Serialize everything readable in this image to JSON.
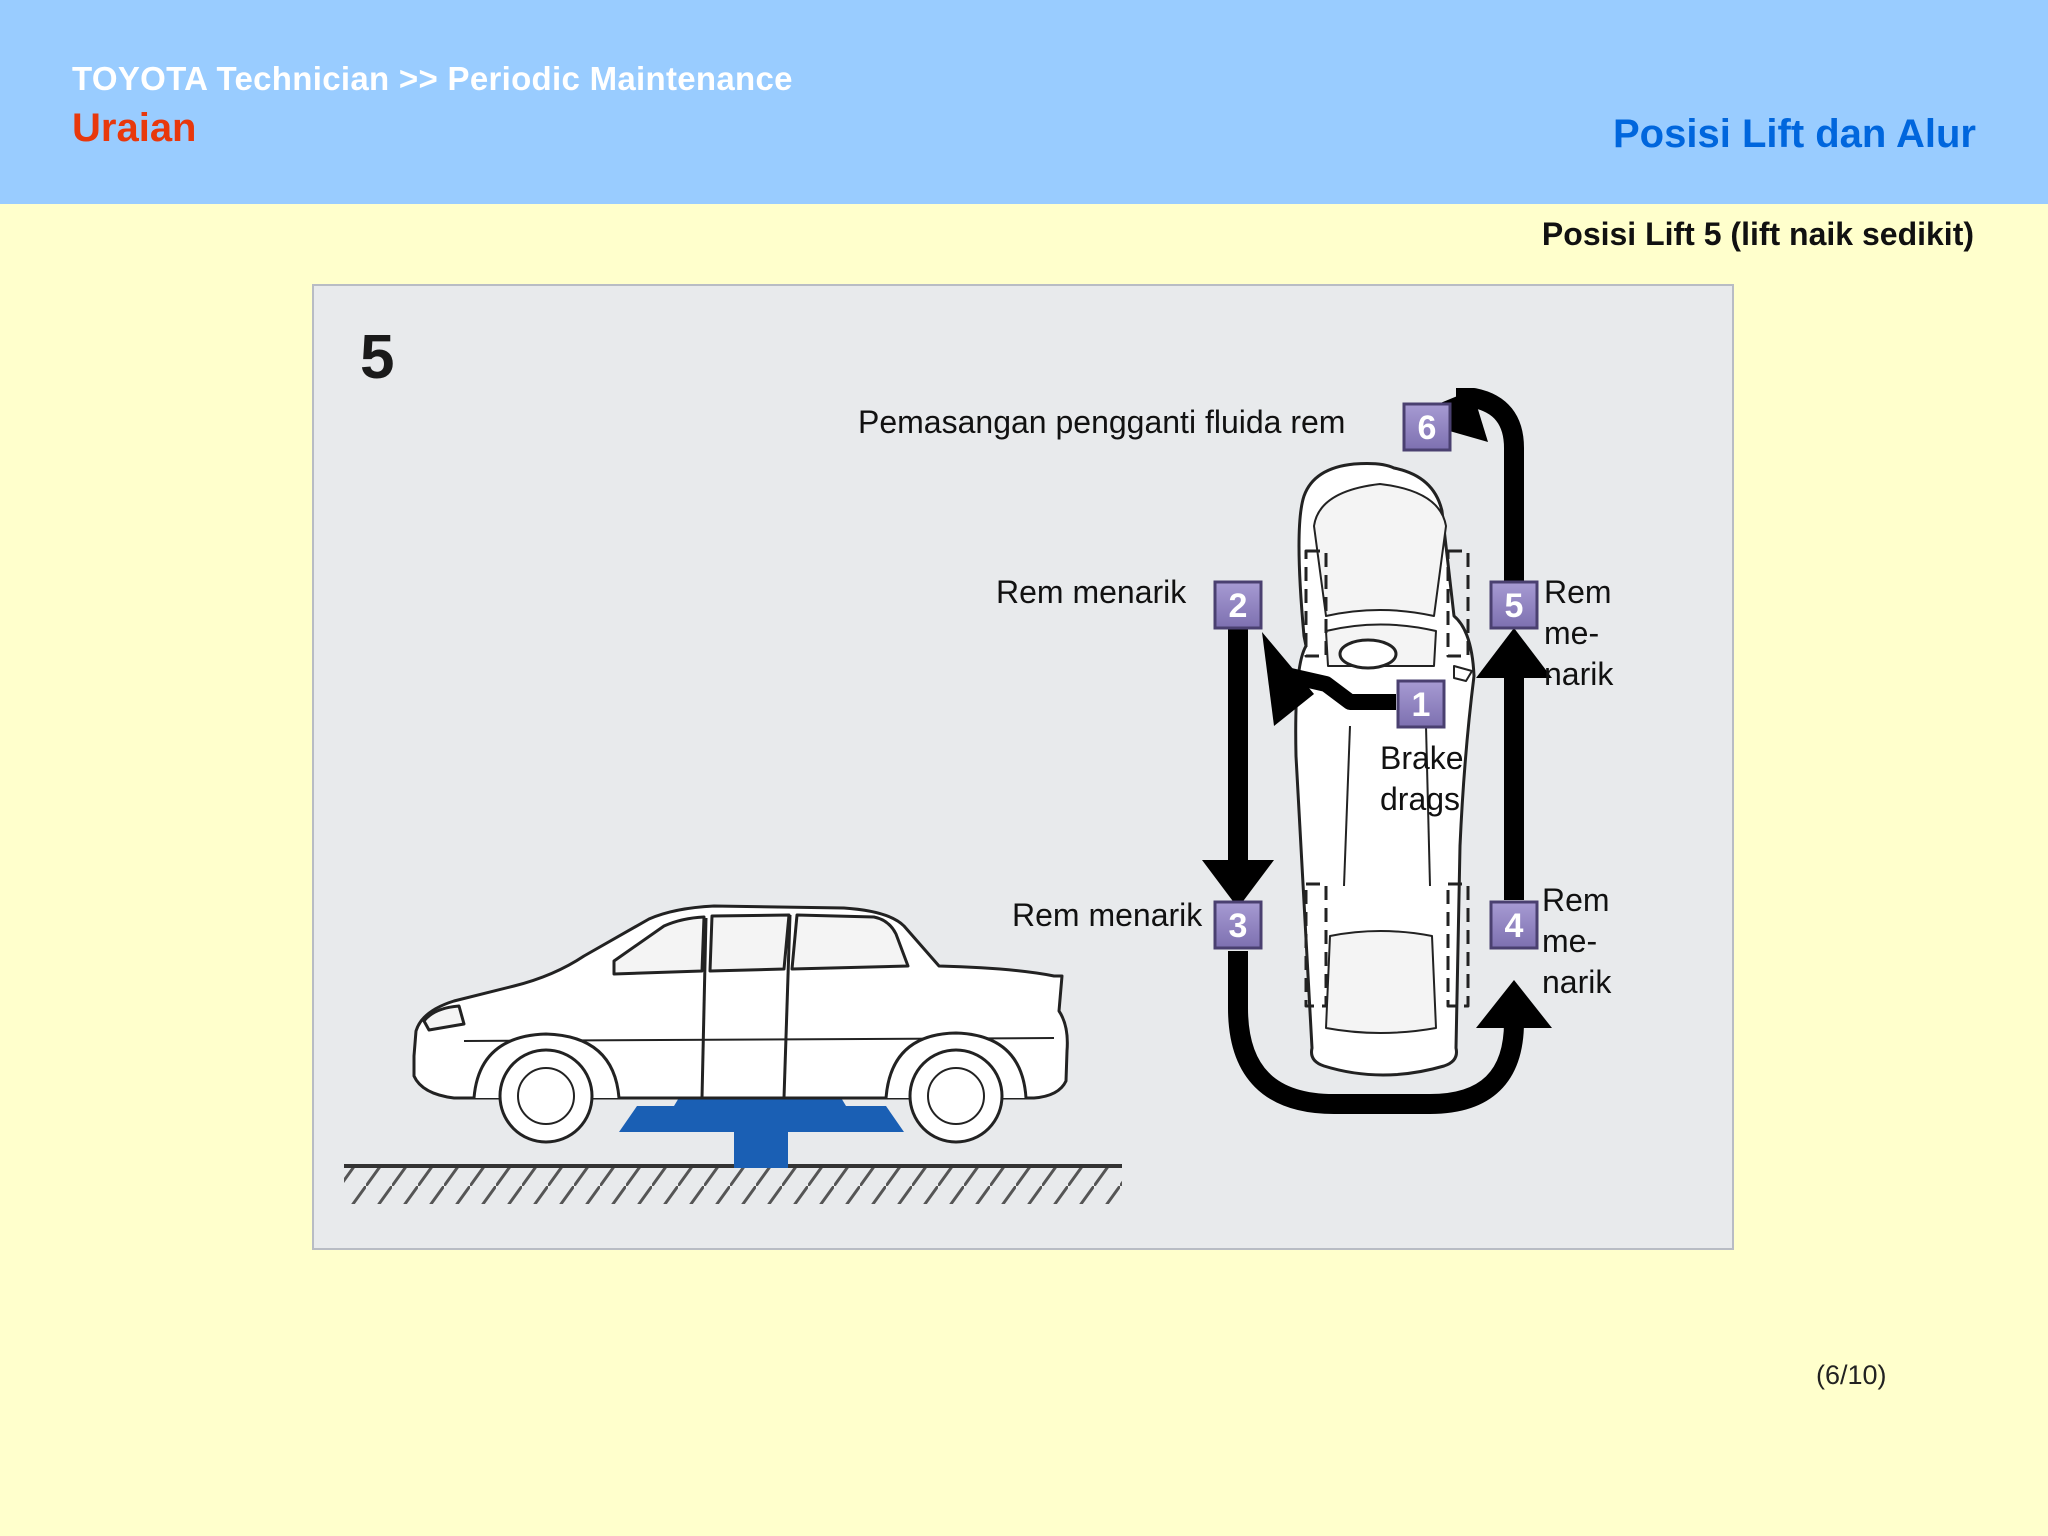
{
  "header": {
    "breadcrumb": "TOYOTA Technician >> Periodic Maintenance",
    "section": "Uraian",
    "title": "Posisi Lift dan Alur",
    "subtitle": "Posisi Lift 5 (lift naik sedikit)"
  },
  "figure": {
    "position_number": "5",
    "steps": [
      {
        "number": "1",
        "label": "Brake drags"
      },
      {
        "number": "2",
        "label": "Rem menarik"
      },
      {
        "number": "3",
        "label": "Rem menarik"
      },
      {
        "number": "4",
        "label": "Rem me- narik"
      },
      {
        "number": "5",
        "label": "Rem me- narik"
      },
      {
        "number": "6",
        "label": "Pemasangan pengganti fluida rem"
      }
    ]
  },
  "page_indicator": "(6/10)",
  "colors": {
    "header_bg": "#99CCFF",
    "page_bg": "#FFFFCC",
    "section_label": "#E8380D",
    "title": "#0066DD",
    "step_badge": "#8E82BE",
    "lift": "#1A5FB4"
  }
}
